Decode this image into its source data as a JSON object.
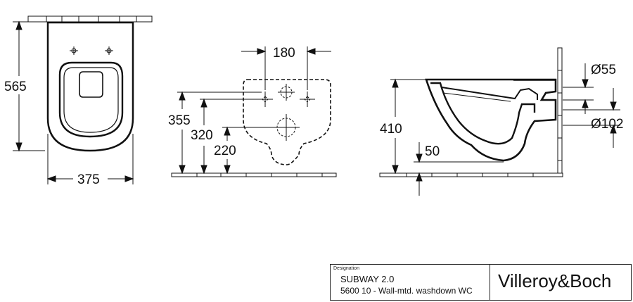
{
  "dimensions": {
    "front_height": "565",
    "front_width": "375",
    "hole_spacing": "180",
    "height_355": "355",
    "height_320": "320",
    "height_220": "220",
    "side_height": "410",
    "drop_50": "50",
    "outlet_55": "Ø55",
    "outlet_102": "Ø102"
  },
  "title_block": {
    "caption": "Designation",
    "product": "SUBWAY 2.0",
    "description": "5600 10 - Wall-mtd. washdown WC",
    "brand": "Villeroy&Boch"
  }
}
